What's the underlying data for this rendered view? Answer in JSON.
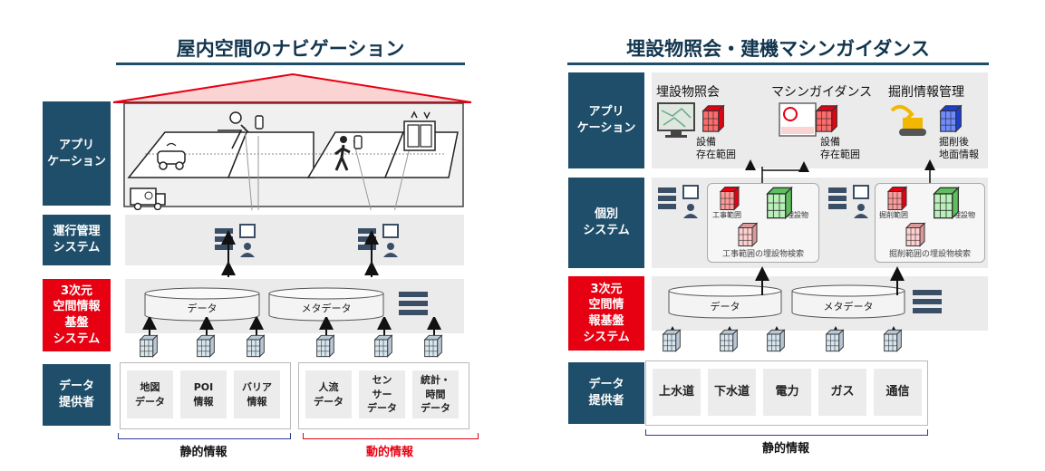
{
  "left": {
    "title": "屋内空間のナビゲーション",
    "labels": {
      "app": "アプリ\nケーション",
      "ops": "運行管理\nシステム",
      "platform": "3次元\n空間情報\n基盤\nシステム",
      "provider": "データ\n提供者"
    },
    "db": [
      "データ",
      "メタデータ"
    ],
    "static_tiles": [
      "地図\nデータ",
      "POI\n情報",
      "バリア\n情報"
    ],
    "dynamic_tiles": [
      "人流\nデータ",
      "セン\nサー\nデータ",
      "統計・\n時間\nデータ"
    ],
    "static_label": "静的情報",
    "dynamic_label": "動的情報"
  },
  "right": {
    "title": "埋設物照会・建機マシンガイダンス",
    "labels": {
      "app": "アプリ\nケーション",
      "sys": "個別\nシステム",
      "platform": "3次元\n空間情\n報基盤\nシステム",
      "provider": "データ\n提供者"
    },
    "apps": [
      {
        "title": "埋設物照会",
        "note": "設備\n存在範囲"
      },
      {
        "title": "マシンガイダンス",
        "note": "設備\n存在範囲"
      },
      {
        "title": "掘削情報管理",
        "note": "掘削後\n地面情報"
      }
    ],
    "sys_left": {
      "tag_a": "工事範囲",
      "tag_b": "地下埋設物",
      "caption": "工事範囲の埋設物検索"
    },
    "sys_right": {
      "tag_a": "掘削範囲",
      "tag_b": "地下埋設物",
      "caption": "掘削範囲の埋設物検索"
    },
    "db": [
      "データ",
      "メタデータ"
    ],
    "tiles": [
      "上水道",
      "下水道",
      "電力",
      "ガス",
      "通信"
    ],
    "static_label": "静的情報"
  },
  "colors": {
    "navy": "#1f4e6a",
    "red": "#e60012",
    "blue": "#2a3c9c"
  }
}
